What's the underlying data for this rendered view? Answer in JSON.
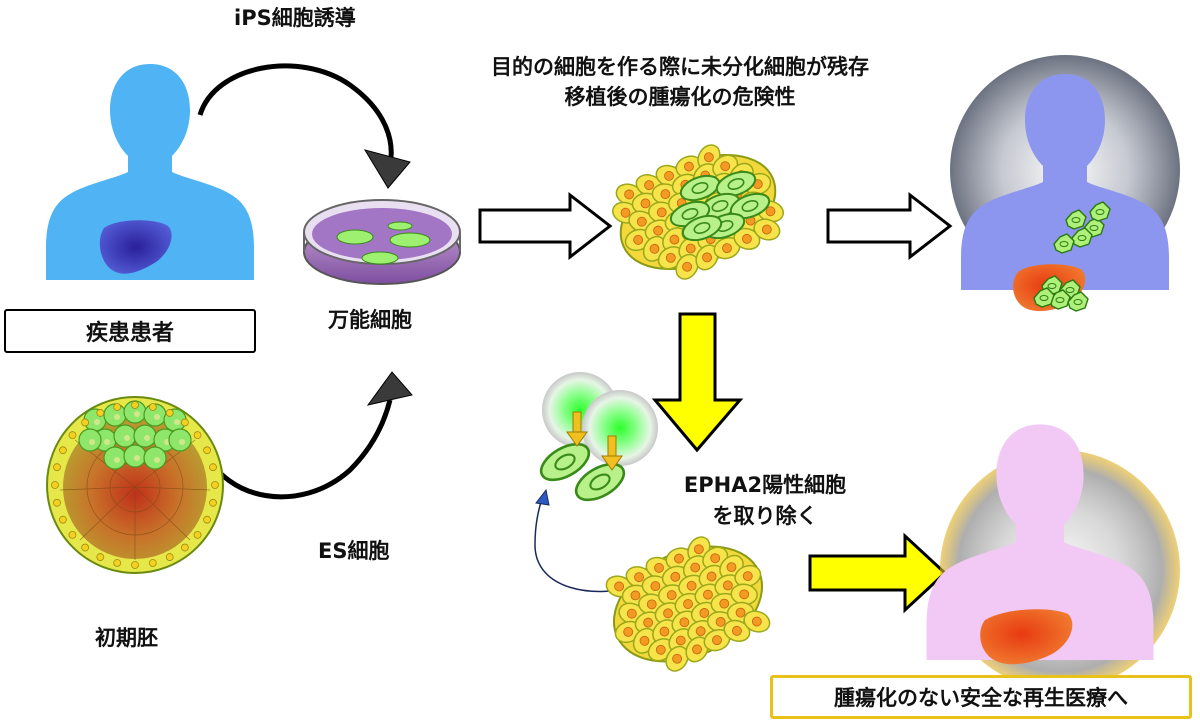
{
  "labels": {
    "ips_induction": "iPS細胞誘導",
    "patient": "疾患患者",
    "pluripotent": "万能細胞",
    "es_cell": "ES細胞",
    "early_embryo": "初期胚",
    "risk_line1": "目的の細胞を作る際に未分化細胞が残存",
    "risk_line2": "移植後の腫瘍化の危険性",
    "epha2_line1": "EPHA2陽性細胞",
    "epha2_line2": "を取り除く",
    "outcome": "腫瘍化のない安全な再生医療へ"
  },
  "colors": {
    "patient_body": "#4fb3f4",
    "tumor_body": "#8c96ef",
    "safe_body": "#f2c8f4",
    "cell_yellow": "#f7e34a",
    "cell_orange": "#f29a22",
    "cell_green": "#aef07a",
    "arrow_yellow": "#ffff00",
    "outcome_border": "#e8c21a"
  }
}
